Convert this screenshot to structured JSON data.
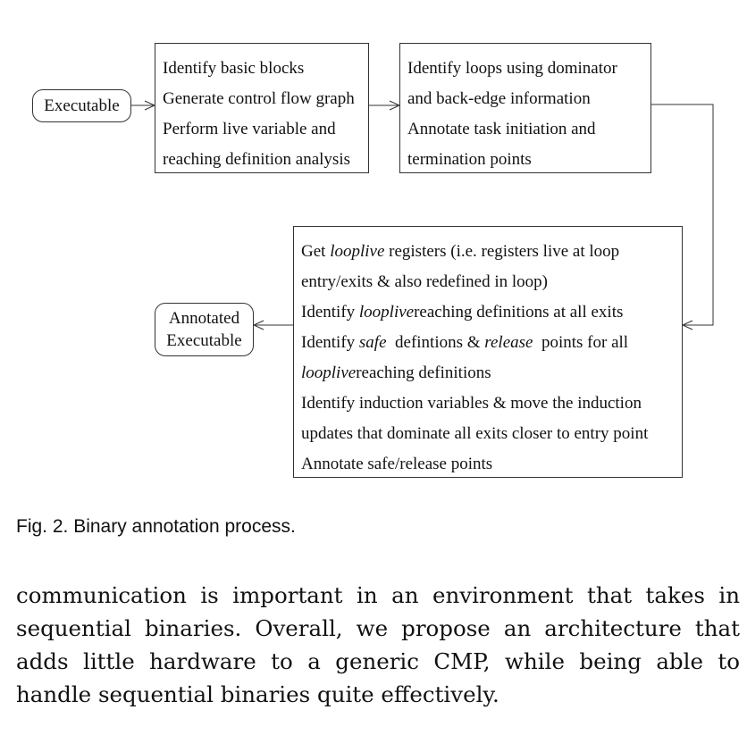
{
  "diagram": {
    "executable": "Executable",
    "box1": [
      "Identify basic blocks",
      "Generate control flow graph",
      "Perform live variable and",
      "reaching definition analysis"
    ],
    "box2": [
      "Identify loops using dominator",
      "and back-edge information",
      "Annotate task initiation and",
      "termination points"
    ],
    "box3": {
      "l1a": "Get ",
      "l1b": "looplive",
      "l1c": " registers (i.e. registers live at loop",
      "l2": "entry/exits & also redefined in loop)",
      "l3a": "Identify ",
      "l3b": "looplive",
      "l3c": "reaching definitions at all exits",
      "l4a": "Identify ",
      "l4b": "safe",
      "l4c": "  defintions & ",
      "l4d": "release",
      "l4e": "  points for all",
      "l5a": "looplive",
      "l5b": "reaching definitions",
      "l6": "Identify induction variables & move the induction",
      "l7": "updates that dominate all exits closer to entry point",
      "l8": "Annotate safe/release points"
    },
    "annotated": [
      "Annotated",
      "Executable"
    ]
  },
  "caption": "Fig. 2. Binary annotation process.",
  "body": [
    "communication is important in an environment that takes in",
    "sequential binaries. Overall, we propose an architecture that",
    "adds little hardware to a generic CMP, while being able to",
    "handle sequential binaries quite effectively."
  ]
}
